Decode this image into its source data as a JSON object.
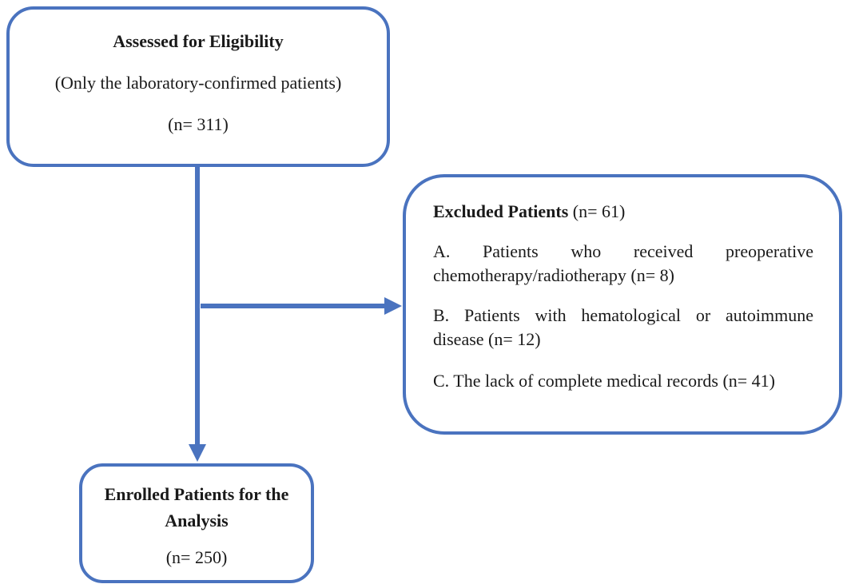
{
  "assessed": {
    "title": "Assessed for Eligibility",
    "subtitle": "(Only the laboratory-confirmed patients)",
    "count": "(n= 311)"
  },
  "excluded": {
    "heading": "Excluded Patients",
    "heading_count": " (n= 61)",
    "items": [
      "A. Patients who received preoperative chemotherapy/radiotherapy (n= 8)",
      "B. Patients with hematological or autoimmune disease (n= 12)",
      "C. The lack of complete medical records (n= 41)"
    ]
  },
  "enrolled": {
    "title": "Enrolled Patients for the Analysis",
    "count": "(n= 250)"
  },
  "colors": {
    "border": "#4a73bf",
    "arrow": "#4a73bf"
  }
}
